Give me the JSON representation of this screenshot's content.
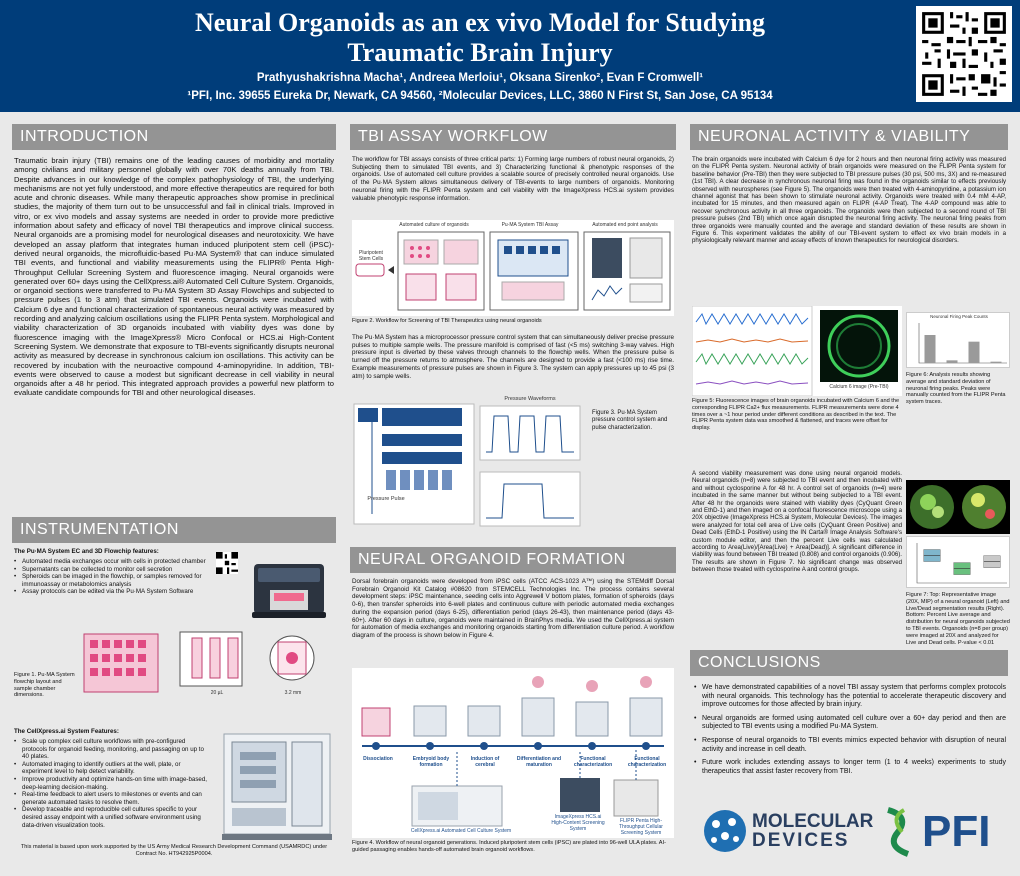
{
  "header": {
    "title_line1": "Neural Organoids as an ex vivo Model for Studying",
    "title_line2": "Traumatic Brain Injury",
    "authors": "Prathyushakrishna Macha¹, Andreea Merloiu¹, Oksana Sirenko², Evan F Cromwell¹",
    "affiliations": "¹PFI, Inc. 39655 Eureka Dr, Newark, CA 94560, ²Molecular Devices, LLC, 3860 N First St, San Jose, CA 95134"
  },
  "intro": {
    "heading": "INTRODUCTION",
    "body": "Traumatic brain injury (TBI) remains one of the leading causes of morbidity and mortality among civilians and military personnel globally with over 70K deaths annually from TBI. Despite advances in our knowledge of the complex pathophysiology of TBI, the underlying mechanisms are not yet fully understood, and more effective therapeutics are required for both acute and chronic diseases. While many therapeutic approaches show promise in preclinical studies, the majority of them turn out to be unsuccessful and fail in clinical trials. Improved in vitro, or ex vivo models and assay systems are needed in order to provide more predictive information about safety and efficacy of novel TBI therapeutics and improve clinical success. Neural organoids are a promising model for neurological diseases and neurotoxicity. We have developed an assay platform that integrates human induced pluripotent stem cell (iPSC)-derived neural organoids, the microfluidic-based Pu·MA System® that can induce simulated TBI events, and functional and viability measurements using the FLIPR® Penta High-Throughput Cellular Screening System and fluorescence imaging. Neural organoids were generated over 60+ days using the CellXpress.ai® Automated Cell Culture System. Organoids, or organoid sections were transferred to Pu·MA System 3D Assay Flowchips and subjected to pressure pulses (1 to 3 atm) that simulated TBI events. Organoids were incubated with Calcium 6 dye and functional characterization of spontaneous neural activity was measured by recording and analyzing calcium oscillations using the FLIPR Penta system. Morphological and viability characterization of 3D organoids incubated with viability dyes was done by fluorescence imaging with the ImageXpress® Micro Confocal or HCS.ai High-Content Screening System. We demonstrate that exposure to TBI-events significantly disrupts neuronal activity as measured by decrease in synchronous calcium ion oscillations. This activity can be recovered by incubation with the neuroactive compound 4-aminopyridine. In addition, TBI-events were observed to cause a modest but significant decrease in cell viability in neural organoids after a 48 hr period. This integrated approach provides a powerful new platform to evaluate candidate compounds for TBI and other neurological diseases."
  },
  "instrumentation": {
    "heading": "INSTRUMENTATION",
    "puma_intro": "The Pu·MA System EC and 3D Flowchip features:",
    "puma_bullets": [
      "Automated media exchanges occur with cells in protected chamber",
      "Supernatants can be collected to monitor cell secretion",
      "Spheroids can be imaged in the flowchip, or samples removed for immunoassay or metabolomics analysis",
      "Assay protocols can be edited via the Pu·MA System Software"
    ],
    "fig1_caption": "Figure 1. Pu·MA System flowchip layout and sample chamber dimensions.",
    "dim1": "20 µL",
    "dim2": "3.2 mm",
    "cx_intro": "The CellXpress.ai System Features:",
    "cx_bullets": [
      "Scale up complex cell culture workflows with pre-configured protocols for organoid feeding, monitoring, and passaging on up to 40 plates.",
      "Automated imaging to identify outliers at the well, plate, or experiment level to help detect variability.",
      "Improve productivity and optimize hands-on time with image-based, deep-learning decision-making.",
      "Real-time feedback to alert users to milestones or events and can generate automated tasks to resolve them.",
      "Develop traceable and reproducible cell cultures specific to your desired assay endpoint with a unified software environment using data-driven visualization tools."
    ],
    "funding": "This material is based upon work supported by the US Army Medical Research Development Command (USAMRDC) under Contract No. HT942925P0004."
  },
  "workflow": {
    "heading": "TBI ASSAY WORKFLOW",
    "body": "The workflow for TBI assays consists of three critical parts: 1) Forming large numbers of robust neural organoids, 2) Subjecting them to simulated TBI events, and 3) Characterizing functional & phenotypic responses of the organoids. Use of automated cell culture provides a scalable source of precisely controlled neural organoids. Use of the Pu·MA System allows simultaneous delivery of TBI-events to large numbers of organoids. Monitoring neuronal firing with the FLIPR Penta system and cell viability with the ImageXpress HCS.ai system provides valuable phenotypic response information.",
    "fig_labels": [
      "Automated culture of organoids",
      "Pu·MA System TBI Assay",
      "Automated end point analysis"
    ],
    "stem_cells": "Pluripotent Stem Cells",
    "fig2_caption": "Figure 2. Workflow for Screening of TBI Therapeutics using neural organoids",
    "body2": "The Pu·MA System has a microprocessor pressure control system that can simultaneously deliver precise pressure pulses to multiple sample wells. The pressure manifold is comprised of fast (<5 ms) switching 3-way valves. High pressure input is diverted by these valves through channels to the flowchip wells. When the pressure pulse is turned off the pressure returns to atmosphere. The channels are designed to provide a fast (<100 ms) rise time. Example measurements of pressure pulses are shown in Figure 3. The system can apply pressures up to 45 psi (3 atm) to sample wells.",
    "pressure_waveforms": "Pressure Waveforms",
    "pressure_pulse": "Pressure Pulse",
    "fig3_caption": "Figure 3. Pu·MA System pressure control system and pulse characterization."
  },
  "organoid": {
    "heading": "NEURAL ORGANOID FORMATION",
    "body": "Dorsal forebrain organoids were developed from iPSC cells (ATCC ACS-1023 A™) using the STEMdiff Dorsal Forebrain Organoid Kit Catalog #08620 from STEMCELL Technologies Inc. The process contains several development steps: iPSC maintenance, seeding cells into Aggrewell V bottom plates, formation of spheroids (days 0-6), then transfer spheroids into 6-well plates and continuous culture with periodic automated media exchanges during the expansion period (days 6-25), differentiation period (days 26-43), then maintenance period (days 43-60+). After 60 days in culture, organoids were maintained in BrainPhys media. We used the CellXpress.ai system for automation of media exchanges and monitoring organoids starting from differentiation culture period. A workflow diagram of the process is shown below in Figure 4.",
    "steps": [
      "Dissociation",
      "Embryoid body formation",
      "Induction of cerebral",
      "Differentiation and maturation",
      "Functional characterization",
      "Functional characterization"
    ],
    "cx_label": "CellXpress.ai Automated Cell Culture System",
    "ix_label": "ImageXpress HCS.ai High-Content Screening System",
    "flipr_label": "FLIPR Penta High-Throughput Cellular Screening System",
    "fig4_caption": "Figure 4. Workflow of neural organoid generations. Induced pluripotent stem cells (iPSC) are plated into 96-well ULA plates. AI-guided passaging enables hands-off automated brain organoid workflows."
  },
  "neuronal": {
    "heading": "NEURONAL ACTIVITY & VIABILITY",
    "body": "The brain organoids were incubated with Calcium 6 dye for 2 hours and then neuronal firing activity was measured on the FLIPR Penta system. Neuronal activity of brain organoids were measured on the FLIPR Penta system for baseline behavior (Pre-TBI) then they were subjected to TBI pressure pulses (30 psi, 500 ms, 3X) and re-measured (1st TBI). A clear decrease in synchronous neuronal firing was found in the organoids similar to effects previously observed with neurospheres (see Figure 5). The organoids were then treated with 4-aminopyridine, a potassium ion channel agonist that has been shown to stimulate neuronal activity. Organoids were treated with 0.4 mM 4-AP, incubated for 15 minutes, and then measured again on FLIPR (4-AP Treat). The 4-AP compound was able to recover synchronous activity in all three organoids. The organoids were then subjected to a second round of TBI pressure pulses (2nd TBI) which once again disrupted the neuronal firing activity. The neuronal firing peaks from three organoids were manually counted and the average and standard deviation of these results are shown in Figure 6. This experiment validates the ability of our TBI-event system to effect ex vivo brain models in a physiologically relevant manner and assay effects of known therapeutics for neurological disorders.",
    "fig5_caption": "Figure 5: Fluorescence images of brain organoids incubated with Calcium 6 and the corresponding FLIPR Ca2+ flux measurements. FLIPR measurements were done 4 times over a ~1 hour period under different conditions as described in the text. The FLIPR Penta system data was smoothed & flattened, and traces were offset for display.",
    "fig5_inset": "Calcium 6 image (Pre-TBI)",
    "fig6_caption": "Figure 6: Analysis results showing average and standard deviation of neuronal firing peaks. Peaks were manually counted from the FLIPR Penta system traces.",
    "fig6_title": "Neuronal Firing Peak Counts",
    "body2": "A second viability measurement was done using neural organoid models. Neural organoids (n=8) were subjected to TBI event and then incubated with and without cyclosporine A for 48 hr. A control set of organoids (n=4) were incubated in the same manner but without being subjected to a TBI event. After 48 hr the organoids were stained with viability dyes (CyQuant Green and EthD-1) and then imaged on a confocal fluorescence microscope using a 20X objective (ImageXpress HCS.ai System, Molecular Devices). The images were analyzed for total cell area of Live cells (CyQuant Green Positive) and Dead Cells (EthD-1 Positive) using the IN Carta® Image Analysis Software's custom module editor, and then the percent Live cells was calculated according to Area(Live)/[Area(Live) + Area(Dead)]. A significant difference in viability was found between TBI treated (0.808) and control organoids (0.906). The results are shown in Figure 7. No significant change was observed between those treated with cyclosporine A and control groups.",
    "fig7_caption": "Figure 7: Top: Representative image (20X, MIP) of a neural organoid (Left) and Live/Dead segmentation results (Right). Bottom: Percent Live average and distribution for neural organoids subjected to TBI events. Organoids (n=8 per group) were imaged at 20X and analyzed for Live and Dead cells. P-value < 0.01"
  },
  "conclusions": {
    "heading": "CONCLUSIONS",
    "bullets": [
      "We have demonstrated capabilities of a novel TBI assay system that performs complex protocols with neural organoids. This technology has the potential to accelerate therapeutic discovery and improve outcomes for those affected by brain injury.",
      "Neural organoids are formed using automated cell culture over a 60+ day period and then are subjected to TBI events using a modified Pu·MA System.",
      "Response of neural organoids to TBI events mimics expected behavior with disruption of neural activity and increase in cell death.",
      "Future work includes extending assays to longer term (1 to 4 weeks) experiments to study therapeutics that assist faster recovery from TBI."
    ]
  },
  "logos": {
    "md_line1": "MOLECULAR",
    "md_line2": "DEVICES",
    "pfi": "PFI"
  },
  "chart_data": [
    {
      "type": "bar",
      "title": "Neuronal Firing Peak Counts",
      "categories": [
        "",
        "",
        "",
        ""
      ],
      "values": [
        21,
        2,
        16,
        1
      ],
      "ylim": [
        0,
        30
      ],
      "colors": [
        "#9a9a9a"
      ]
    },
    {
      "type": "box",
      "values": [
        0.906,
        0.808,
        0.86
      ],
      "colors": [
        "#7fb6cc",
        "#69c07e",
        "#c9c9c9"
      ]
    }
  ],
  "colors": {
    "header_bg": "#003d7a",
    "section_head": "#949494",
    "accent_blue": "#1f4f8c",
    "pfi_green": "#1e8a4c"
  }
}
